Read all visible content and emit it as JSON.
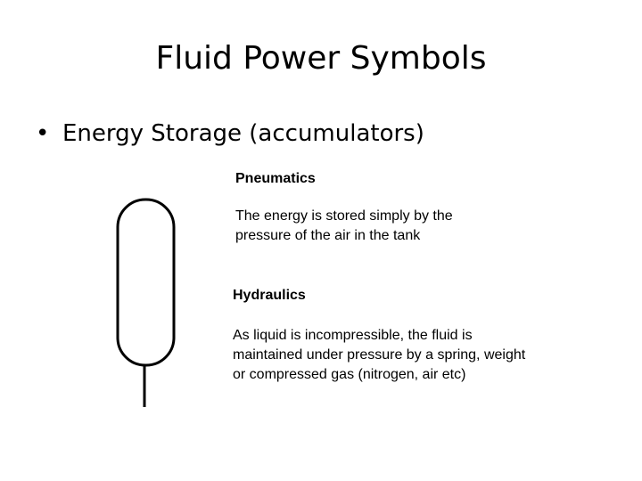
{
  "slide": {
    "title": "Fluid Power Symbols",
    "bullet": {
      "marker": "•",
      "text": "Energy Storage (accumulators)"
    },
    "pneumatics": {
      "heading": "Pneumatics",
      "description": "The energy is stored simply by the pressure of the air in the tank"
    },
    "hydraulics": {
      "heading": "Hydraulics",
      "description": "As liquid is incompressible, the fluid is maintained under pressure by a spring, weight or compressed gas (nitrogen, air etc)"
    }
  }
}
